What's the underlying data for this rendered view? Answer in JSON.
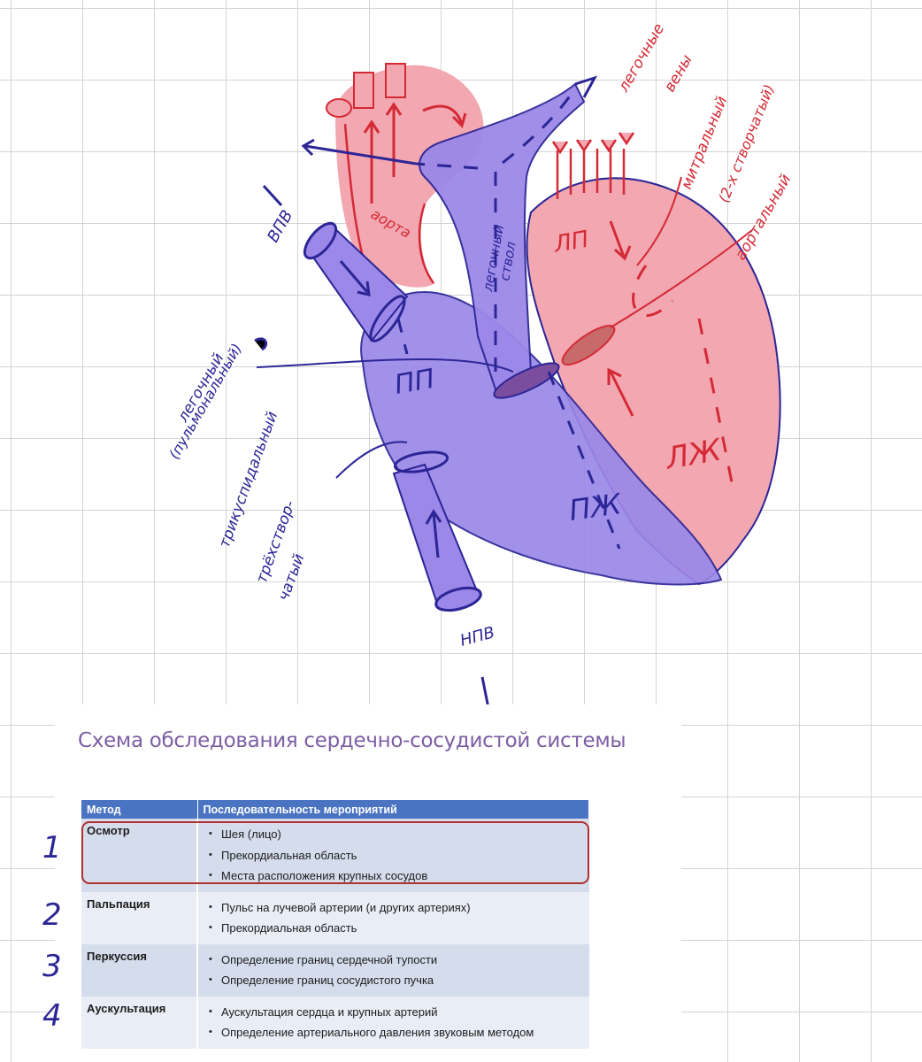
{
  "diagram": {
    "labels": {
      "aorta": "аорта",
      "pulm_trunk_1": "легочный",
      "pulm_trunk_2": "ствол",
      "pulm_veins_1": "легочные",
      "pulm_veins_2": "вены",
      "mitral_1": "митральный",
      "mitral_2": "(2-х створчатый)",
      "aortic": "аортальный",
      "svc": "ВПВ",
      "ivc": "НПВ",
      "ra": "ПП",
      "la": "ЛП",
      "rv": "ПЖ",
      "lv": "ЛЖ",
      "pulmonary_valve_1": "легочный",
      "pulmonary_valve_2": "(пульмональный)",
      "tricuspid_1": "трикуспидальный",
      "tricuspid_2": "трёхствор-",
      "tricuspid_3": "чатый"
    },
    "colors": {
      "venous": "#9b88e8",
      "arterial": "#f2a7b1",
      "blue_ink": "#2c2596",
      "red_ink": "#d42a35"
    }
  },
  "slide": {
    "title": "Схема обследования сердечно-сосудистой системы",
    "table": {
      "headers": [
        "Метод",
        "Последовательность мероприятий"
      ],
      "rows": [
        {
          "method": "Осмотр",
          "steps": [
            "Шея (лицо)",
            "Прекордиальная область",
            "Места расположения крупных сосудов"
          ]
        },
        {
          "method": "Пальпация",
          "steps": [
            "Пульс на лучевой артерии (и других артериях)",
            "Прекордиальная область"
          ]
        },
        {
          "method": "Перкуссия",
          "steps": [
            "Определение границ сердечной тупости",
            "Определение границ сосудистого пучка"
          ]
        },
        {
          "method": "Аускультация",
          "steps": [
            "Аускультация сердца и крупных артерий",
            "Определение артериального давления звуковым методом"
          ]
        }
      ]
    }
  },
  "margin_numbers": [
    "1",
    "2",
    "3",
    "4"
  ]
}
